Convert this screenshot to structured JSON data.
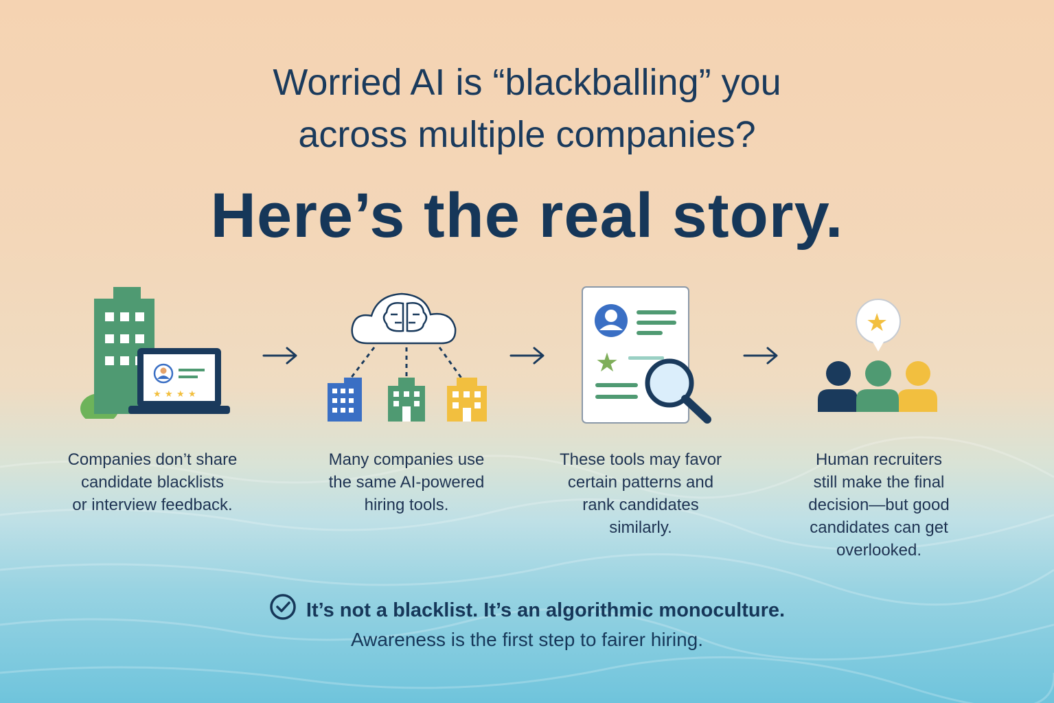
{
  "header": {
    "line1": "Worried AI is “blackballing” you",
    "line2": "across multiple companies?",
    "headline": "Here’s the real story."
  },
  "steps": [
    {
      "icon": "office-building-laptop-icon",
      "caption": [
        "Companies don’t share",
        "candidate blacklists",
        "or interview feedback."
      ]
    },
    {
      "icon": "ai-cloud-brain-icon",
      "caption": [
        "Many companies use",
        "the same AI-powered",
        "hiring tools."
      ]
    },
    {
      "icon": "resume-magnifier-icon",
      "caption": [
        "These tools may favor",
        "certain patterns and",
        "rank candidates",
        "similarly."
      ]
    },
    {
      "icon": "recruiters-star-icon",
      "caption": [
        "Human recruiters",
        "still make the final",
        "decision—but good",
        "candidates can get",
        "overlooked."
      ]
    }
  ],
  "footer": {
    "tagline": "It’s not a blacklist. It’s an algorithmic monoculture.",
    "subtagline": "Awareness is the first step to fairer hiring."
  },
  "colors": {
    "navy": "#163759",
    "green": "#4f9a72",
    "blue": "#3a6fc4",
    "yellow": "#f2bf3f"
  }
}
